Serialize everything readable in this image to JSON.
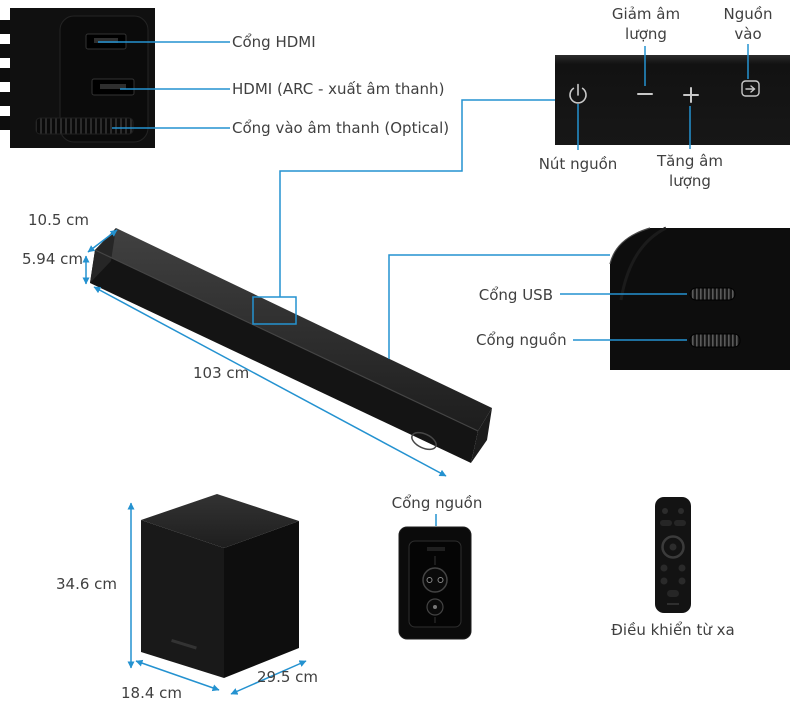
{
  "accent_color": "#2492d0",
  "annotations": {
    "back_ports": {
      "hdmi": "Cổng HDMI",
      "hdmi_arc": "HDMI (ARC - xuất âm thanh)",
      "optical": "Cổng vào âm thanh (Optical)"
    },
    "top_controls": {
      "volume_down": "Giảm âm lượng",
      "input_source": "Nguồn vào",
      "power_button": "Nút nguồn",
      "volume_up": "Tăng âm lượng"
    },
    "side_ports": {
      "usb": "Cổng USB",
      "power": "Cổng nguồn"
    },
    "subwoofer": {
      "power": "Cổng nguồn"
    },
    "remote": "Điều khiển từ xa"
  },
  "dimensions": {
    "soundbar": {
      "depth": "10.5 cm",
      "height": "5.94 cm",
      "length": "103 cm"
    },
    "subwoofer": {
      "height": "34.6 cm",
      "width": "18.4 cm",
      "depth": "29.5 cm"
    }
  }
}
